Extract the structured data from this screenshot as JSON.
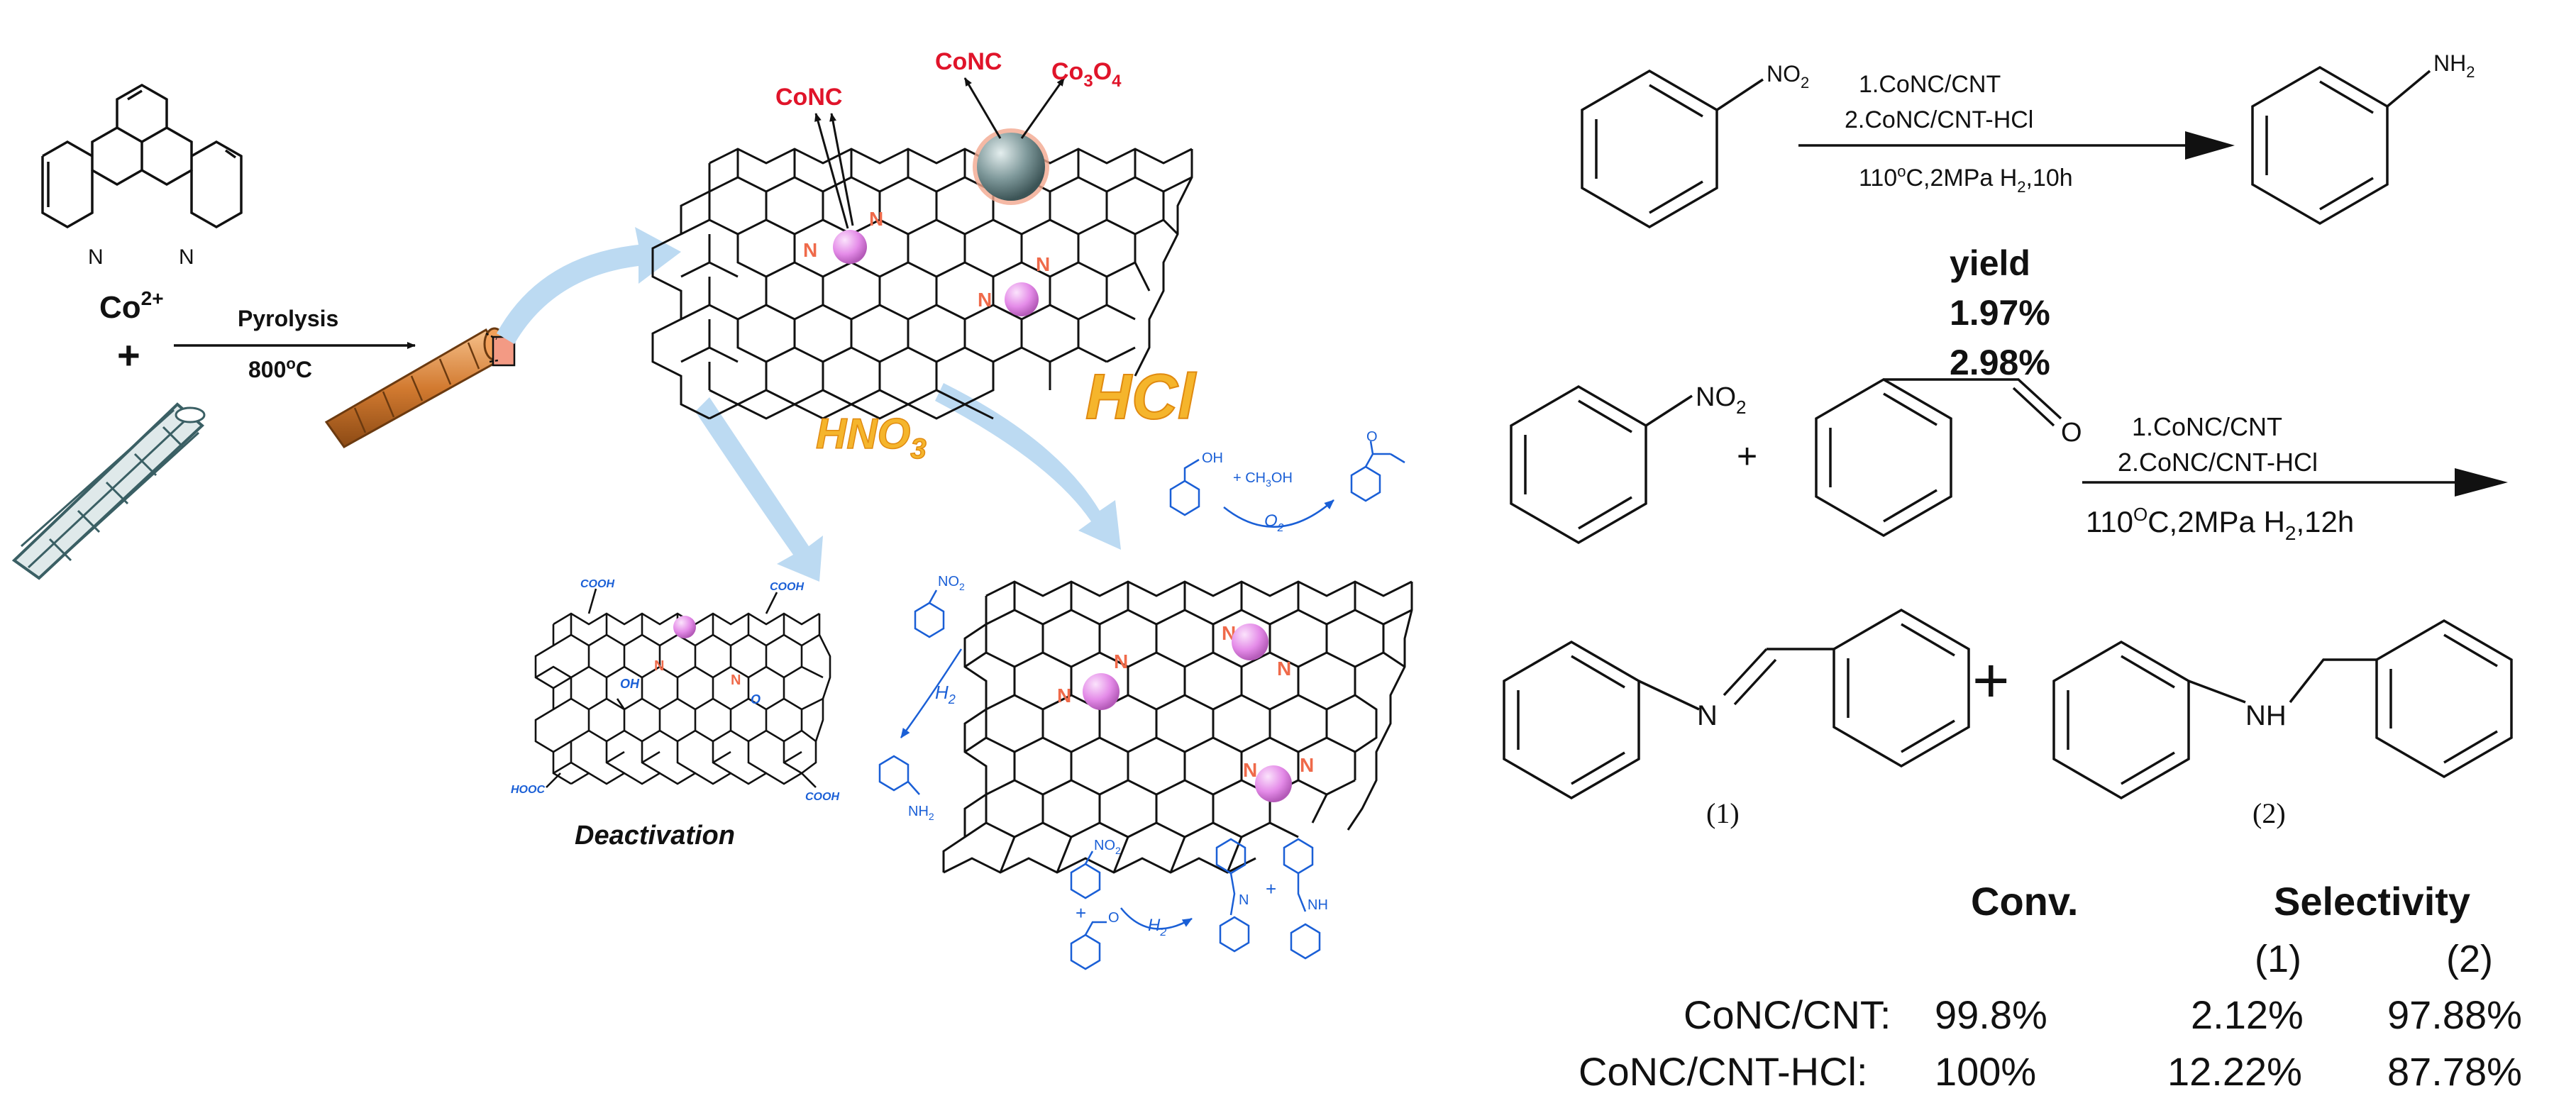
{
  "left": {
    "co_ion": "Co",
    "co_charge": "2+",
    "plus": "+",
    "pyrolysis": "Pyrolysis",
    "temp_number": "800",
    "temp_degree": "o",
    "temp_unit": "C",
    "n_label": "N"
  },
  "center": {
    "conc_1": "CoNC",
    "conc_2": "CoNC",
    "co3o4_a": "Co",
    "co3o4_3": "3",
    "co3o4_o": "O",
    "co3o4_4": "4",
    "hno3_main": "HNO",
    "hno3_sub": "3",
    "hcl": "HCl",
    "deactivation": "Deactivation",
    "n_label": "N",
    "cooh": "COOH",
    "hooc": "HOOC",
    "oh": "OH",
    "o": "O",
    "no2": "NO",
    "no2_sub": "2",
    "nh2": "NH",
    "nh2_sub": "2",
    "h2": "H",
    "h2_sub": "2",
    "o2": "O",
    "o2_sub": "2",
    "ch3oh": "+ CH",
    "ch3oh_sub": "3",
    "ch3oh_end": "OH",
    "nh": "NH",
    "plus": "+"
  },
  "reaction1": {
    "reactant_group": "NO",
    "reactant_group_sub": "2",
    "product_group": "NH",
    "product_group_sub": "2",
    "catalyst_1": "1.CoNC/CNT",
    "catalyst_2": "2.CoNC/CNT-HCl",
    "cond_temp": "110",
    "cond_deg": "o",
    "cond_rest": "C,2MPa H",
    "cond_h2sub": "2",
    "cond_time": ",10h",
    "yield_label": "yield",
    "yield_1": "1.97%",
    "yield_2": "2.98%"
  },
  "reaction2": {
    "no2_group": "NO",
    "no2_sub": "2",
    "plus": "+",
    "o_atom": "O",
    "catalyst_1": "1.CoNC/CNT",
    "catalyst_2": "2.CoNC/CNT-HCl",
    "cond_temp": "110",
    "cond_deg": "O",
    "cond_rest": "C,2MPa H",
    "cond_h2sub": "2",
    "cond_time": ",12h",
    "imine_n": "N",
    "amine_nh": "NH",
    "product_plus": "+",
    "label_1": "(1)",
    "label_2": "(2)"
  },
  "results": {
    "conv_header": "Conv.",
    "selectivity_header": "Selectivity",
    "sub_1": "(1)",
    "sub_2": "(2)",
    "rows": [
      {
        "catalyst": "CoNC/CNT:",
        "conv": "99.8%",
        "sel1": "2.12%",
        "sel2": "97.88%"
      },
      {
        "catalyst": "CoNC/CNT-HCl:",
        "conv": "100%",
        "sel1": "12.22%",
        "sel2": "87.78%"
      }
    ]
  },
  "colors": {
    "ink": "#111111",
    "red_label": "#e0142a",
    "nitrogen": "#ef6a4a",
    "blue_chem": "#1a5fd6",
    "arrow_blue": "#bcdaf2",
    "hcl_orange": "#f5b52c",
    "cnt_orange": "#c8702a",
    "cnt_teal": "#3a5f64",
    "sphere_pink": "#e48be8",
    "sphere_grey": "#6f8a8c"
  }
}
